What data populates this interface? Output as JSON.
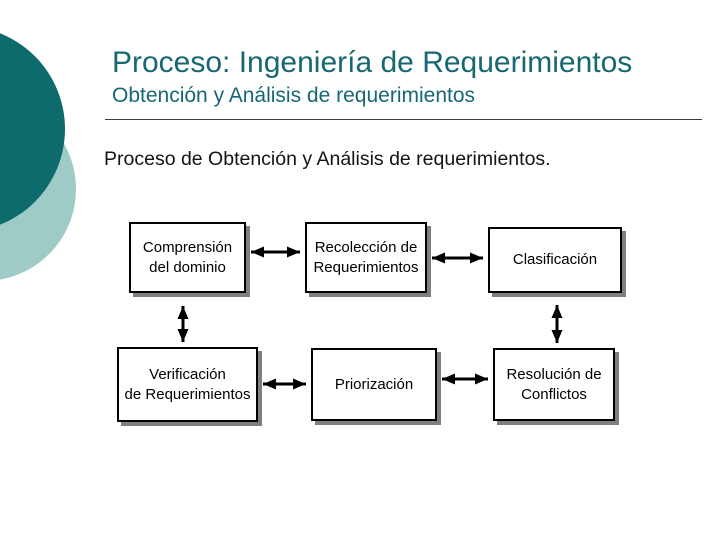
{
  "slide": {
    "title": "Proceso: Ingeniería de Requerimientos",
    "subtitle": "Obtención y Análisis de requerimientos",
    "body_text": "Proceso de Obtención y Análisis de requerimientos."
  },
  "colors": {
    "accent_teal": "#176873",
    "circle_dark": "#0E6B6C",
    "circle_light": "#9FCBC7",
    "shadow_gray": "#7F7F7F",
    "text_black": "#141414"
  },
  "diagram": {
    "boxes": [
      {
        "label": "Comprensión\ndel dominio"
      },
      {
        "label": "Recolección de\nRequerimientos"
      },
      {
        "label": "Clasificación"
      },
      {
        "label": "Verificación\nde Requerimientos"
      },
      {
        "label": "Priorización"
      },
      {
        "label": "Resolución de\nConflictos"
      }
    ],
    "connections": [
      "comprension-recoleccion",
      "recoleccion-clasificacion",
      "clasificacion-resolucion",
      "comprension-verificacion",
      "verificacion-priorizacion",
      "priorizacion-resolucion"
    ]
  }
}
